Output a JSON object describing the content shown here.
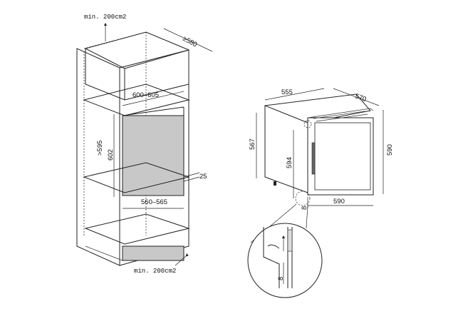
{
  "left": {
    "vent_top": "min. 200cm2",
    "vent_bottom": "min. 200cm2",
    "depth": "≥580",
    "niche_width": "600–605",
    "niche_height_min": ">595",
    "door_height": "602",
    "gap": "25",
    "inner_width": "560–565"
  },
  "right": {
    "width": "555",
    "depth": "570",
    "height_body": "567",
    "height_total": "590",
    "door_height": "594",
    "door_width": "590",
    "small_gap": "8",
    "detail_gap": "8"
  }
}
